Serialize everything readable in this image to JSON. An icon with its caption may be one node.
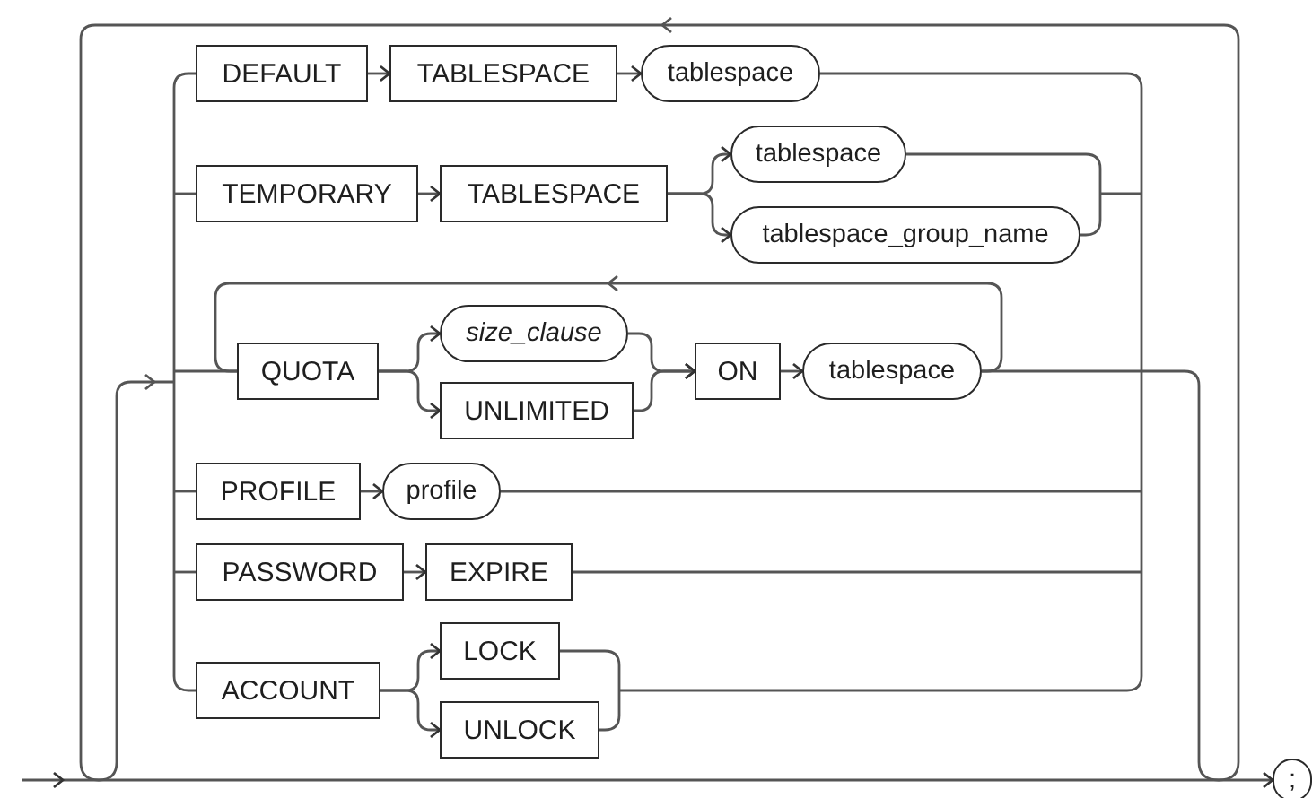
{
  "diagram": {
    "nodes": [
      {
        "text": [
          "DEFAULT"
        ]
      },
      {
        "text": [
          "TABLESPACE"
        ]
      },
      {
        "text": [
          "tablespace"
        ]
      },
      {
        "text": [
          "TEMPORARY"
        ]
      },
      {
        "text": [
          "TABLESPACE"
        ]
      },
      {
        "text": [
          "tablespace"
        ]
      },
      {
        "text": [
          "tablespace_group_name"
        ]
      },
      {
        "text": [
          "QUOTA"
        ]
      },
      {
        "text": [
          "size_clause"
        ]
      },
      {
        "text": [
          "UNLIMITED"
        ]
      },
      {
        "text": [
          "ON"
        ]
      },
      {
        "text": [
          "tablespace"
        ]
      },
      {
        "text": [
          "PROFILE"
        ]
      },
      {
        "text": [
          "profile"
        ]
      },
      {
        "text": [
          "PASSWORD"
        ]
      },
      {
        "text": [
          "EXPIRE"
        ]
      },
      {
        "text": [
          "ACCOUNT"
        ]
      },
      {
        "text": [
          "LOCK"
        ]
      },
      {
        "text": [
          "UNLOCK"
        ]
      },
      {
        "text": [
          ";"
        ]
      }
    ],
    "edges": [
      {
        "from": 0,
        "to": 1,
        "arrow": "to"
      },
      {
        "from": 1,
        "to": 2,
        "arrow": "to"
      },
      {
        "from": 3,
        "to": 4,
        "arrow": "to"
      },
      {
        "from": 4,
        "to": 5,
        "arrow": "to"
      },
      {
        "from": 4,
        "to": 6,
        "arrow": "to"
      },
      {
        "from": 7,
        "to": 8,
        "arrow": "to"
      },
      {
        "from": 7,
        "to": 9,
        "arrow": "to"
      },
      {
        "from": 8,
        "to": 10,
        "arrow": "to"
      },
      {
        "from": 9,
        "to": 10,
        "arrow": "to"
      },
      {
        "from": 10,
        "to": 11,
        "arrow": "to"
      },
      {
        "from": 12,
        "to": 13,
        "arrow": "to"
      },
      {
        "from": 14,
        "to": 15,
        "arrow": "to"
      },
      {
        "from": 16,
        "to": 17,
        "arrow": "to"
      },
      {
        "from": 16,
        "to": 18,
        "arrow": "to"
      },
      {
        "from": null,
        "to": 19,
        "arrow": "to"
      }
    ]
  }
}
